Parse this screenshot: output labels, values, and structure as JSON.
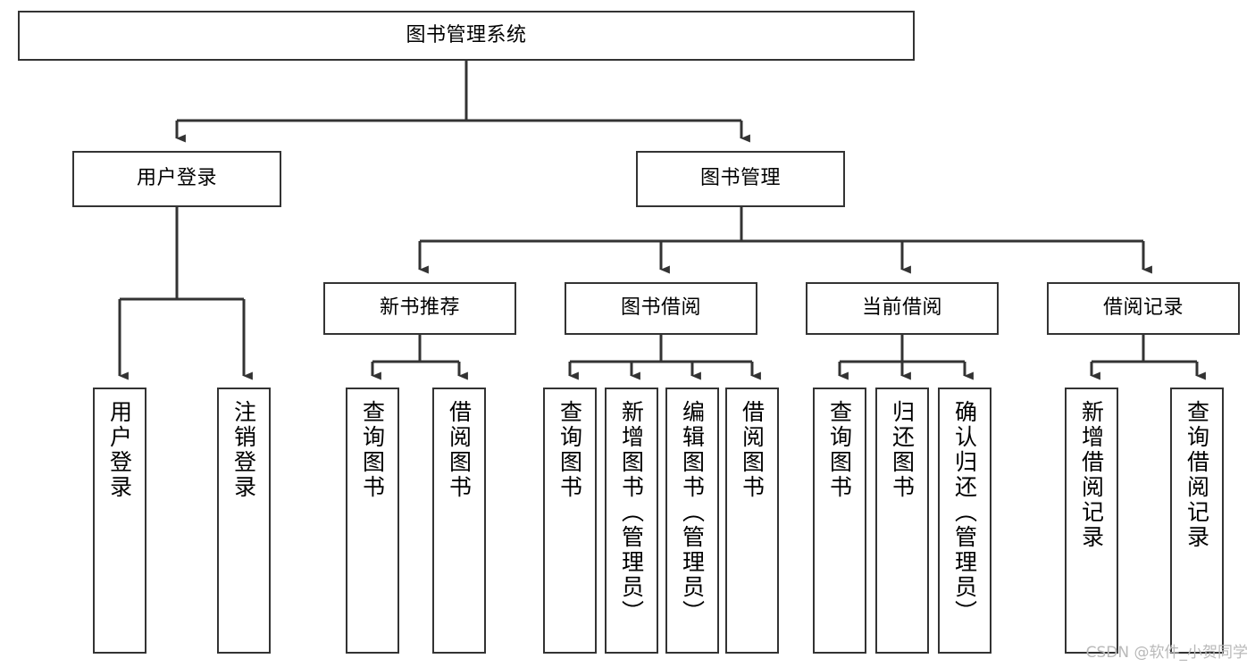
{
  "diagram": {
    "title": "图书管理系统",
    "type": "tree-hierarchy-diagram",
    "watermark": "CSDN @软件_小贺同学",
    "colors": {
      "node_border": "#333333",
      "node_fill": "#ffffff",
      "edge": "#333333",
      "text": "#000000",
      "watermark": "#b9b9b9",
      "background": "#ffffff"
    },
    "root": {
      "id": "root",
      "label": "图书管理系统"
    },
    "level2": [
      {
        "id": "user-login",
        "label": "用户登录"
      },
      {
        "id": "book-management",
        "label": "图书管理"
      }
    ],
    "level3": [
      {
        "id": "new-book-recommend",
        "label": "新书推荐"
      },
      {
        "id": "book-borrow",
        "label": "图书借阅"
      },
      {
        "id": "current-borrow",
        "label": "当前借阅"
      },
      {
        "id": "borrow-record",
        "label": "借阅记录"
      }
    ],
    "leaves": {
      "user_login": [
        {
          "id": "leaf-user-login",
          "label": "用户登录"
        },
        {
          "id": "leaf-logout-login",
          "label": "注销登录"
        }
      ],
      "new_book_recommend": [
        {
          "id": "leaf-query-book-1",
          "label": "查询图书"
        },
        {
          "id": "leaf-borrow-book-1",
          "label": "借阅图书"
        }
      ],
      "book_borrow": [
        {
          "id": "leaf-query-book-2",
          "label": "查询图书"
        },
        {
          "id": "leaf-add-book",
          "label": "新增图书（管理员）"
        },
        {
          "id": "leaf-edit-book",
          "label": "编辑图书（管理员）"
        },
        {
          "id": "leaf-borrow-book-2",
          "label": "借阅图书"
        }
      ],
      "current_borrow": [
        {
          "id": "leaf-query-book-3",
          "label": "查询图书"
        },
        {
          "id": "leaf-return-book",
          "label": "归还图书"
        },
        {
          "id": "leaf-confirm-return",
          "label": "确认归还（管理员）"
        }
      ],
      "borrow_record": [
        {
          "id": "leaf-add-record",
          "label": "新增借阅记录"
        },
        {
          "id": "leaf-query-record",
          "label": "查询借阅记录"
        }
      ]
    }
  }
}
